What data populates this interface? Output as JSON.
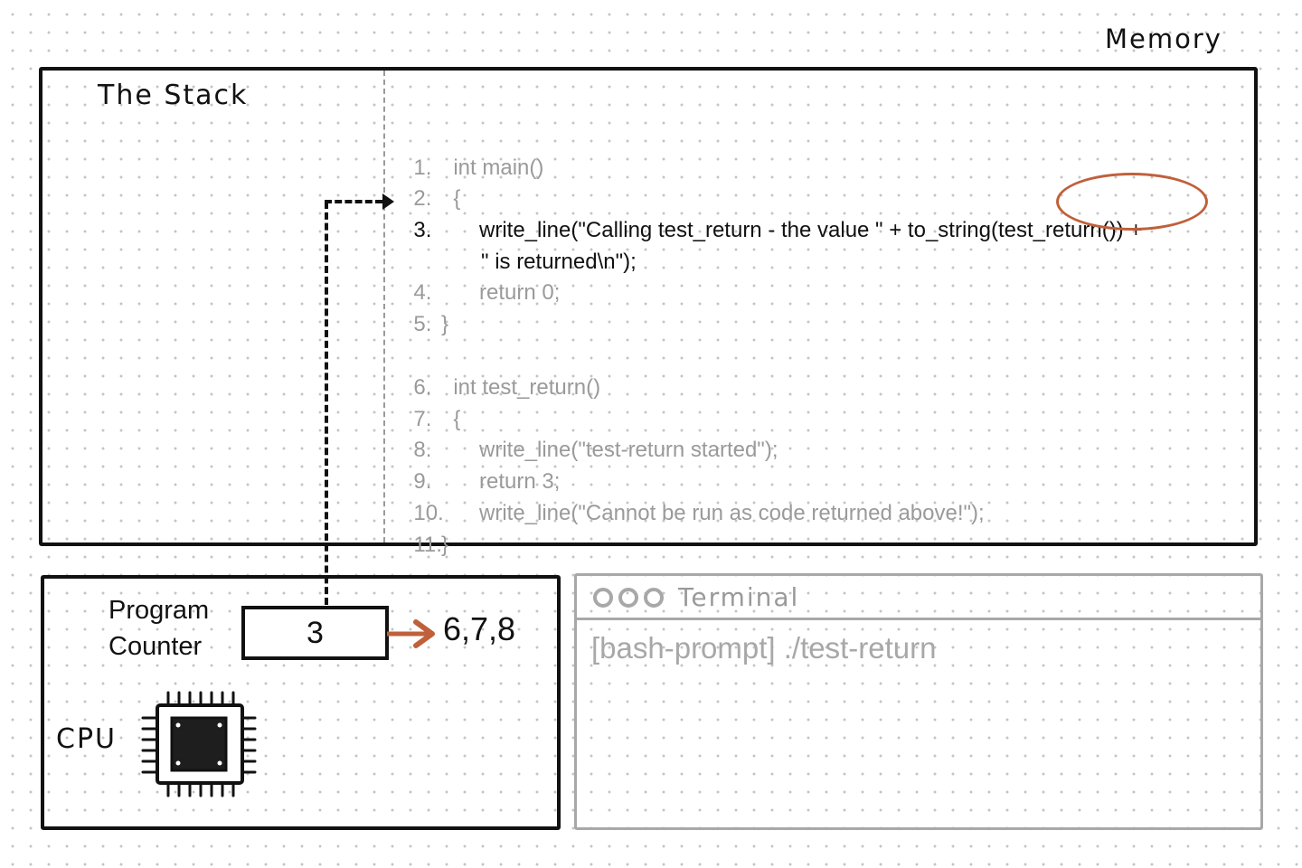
{
  "memory": {
    "label": "Memory"
  },
  "stack": {
    "title": "The Stack",
    "code": [
      {
        "num": "1.",
        "text": "int main()",
        "indent": false,
        "active": false
      },
      {
        "num": "2.",
        "text": "{",
        "indent": false,
        "active": false
      },
      {
        "num": "3.",
        "text": "write_line(\"Calling test_return - the value \" + to_string(test_return()) +",
        "indent": true,
        "active": true
      },
      {
        "num": "",
        "text": "\" is returned\\n\");",
        "indent": true,
        "active": true
      },
      {
        "num": "4.",
        "text": "return 0;",
        "indent": true,
        "active": false
      },
      {
        "num": "5.",
        "text": "}",
        "indent": false,
        "active": false
      },
      {
        "num": "6.",
        "text": "int test_return()",
        "indent": false,
        "active": false
      },
      {
        "num": "7.",
        "text": "{",
        "indent": false,
        "active": false
      },
      {
        "num": "8.",
        "text": "write_line(\"test-return started\");",
        "indent": true,
        "active": false
      },
      {
        "num": "9.",
        "text": "return 3;",
        "indent": true,
        "active": false
      },
      {
        "num": "10.",
        "text": "write_line(\"Cannot be run as code returned above!\");",
        "indent": true,
        "active": false
      },
      {
        "num": "11.",
        "text": "}",
        "indent": false,
        "active": false
      }
    ]
  },
  "cpu": {
    "label": "CPU",
    "program_counter": {
      "label_line1": "Program",
      "label_line2": "Counter",
      "value": "3",
      "next_lines": "6,7,8"
    }
  },
  "terminal": {
    "title": "Terminal",
    "output": "[bash-prompt] ./test-return"
  },
  "colors": {
    "ink": "#111111",
    "muted": "#9a9a9a",
    "highlight": "#c0603a"
  }
}
